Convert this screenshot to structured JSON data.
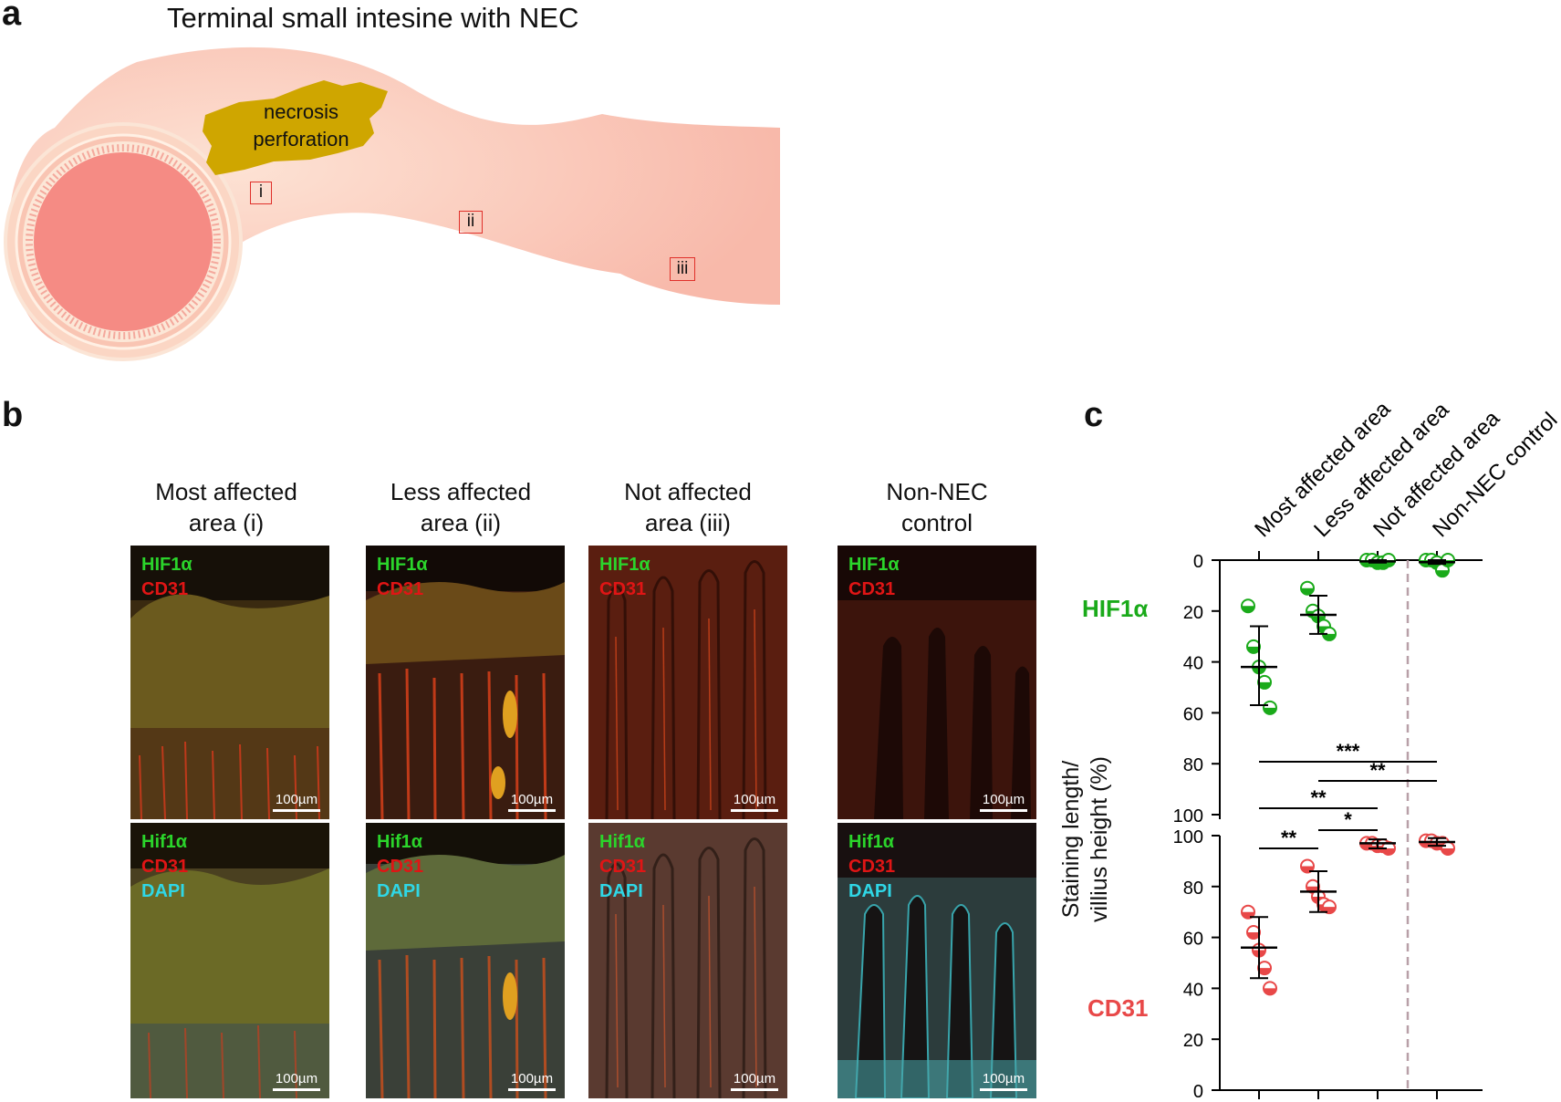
{
  "panel_a": {
    "letter": "a",
    "title": "Terminal small intesine with NEC",
    "necrosis_label_line1": "necrosis",
    "necrosis_label_line2": "perforation",
    "region_labels": [
      "i",
      "ii",
      "iii"
    ],
    "colors": {
      "intestine": "#f9c3b6",
      "lumen": "#f58b84",
      "necrosis": "#cfa600",
      "box": "#e0302a"
    }
  },
  "panel_b": {
    "letter": "b",
    "columns": [
      {
        "title_line1": "Most affected",
        "title_line2": "area (i)"
      },
      {
        "title_line1": "Less affected",
        "title_line2": "area (ii)"
      },
      {
        "title_line1": "Not affected",
        "title_line2": "area (iii)"
      },
      {
        "title_line1": "Non-NEC",
        "title_line2": "control"
      }
    ],
    "top_labels": {
      "hif": "HIF1α",
      "cd31": "CD31"
    },
    "bottom_labels": {
      "hif": "Hif1α",
      "cd31": "CD31",
      "dapi": "DAPI"
    },
    "scale_bar": "100µm",
    "colors": {
      "hif": "#2bd52b",
      "cd31": "#e01515",
      "dapi": "#2fd7e6"
    }
  },
  "panel_c": {
    "letter": "c",
    "group_labels": [
      "Most affected area",
      "Less affected area",
      "Not affected area",
      "Non-NEC control"
    ],
    "ylabel_line1": "Staining length/",
    "ylabel_line2": "villius height (%)",
    "hif_label": "HIF1α",
    "cd31_label": "CD31",
    "top_ticks": [
      "0",
      "20",
      "40",
      "60",
      "80",
      "100"
    ],
    "bottom_ticks": [
      "100",
      "80",
      "60",
      "40",
      "20",
      "0"
    ],
    "significance": [
      {
        "text": "***"
      },
      {
        "text": "**"
      },
      {
        "text": "**"
      },
      {
        "text": "*"
      },
      {
        "text": "**"
      }
    ],
    "colors": {
      "hif": "#1aaa1a",
      "cd31": "#e84848",
      "divider": "#b8a0a8"
    }
  },
  "chart_data": [
    {
      "type": "scatter",
      "title": "HIF1α",
      "ylabel": "Staining length/ villius height (%)",
      "ylim": [
        0,
        100
      ],
      "y_inverted": true,
      "categories": [
        "Most affected area",
        "Less affected area",
        "Not affected area",
        "Non-NEC control"
      ],
      "series": [
        {
          "name": "HIF1α",
          "points": [
            [
              18,
              34,
              42,
              48,
              58
            ],
            [
              11,
              20,
              22,
              26,
              29
            ],
            [
              0,
              0,
              1,
              1,
              0
            ],
            [
              0,
              0,
              1,
              4,
              0
            ]
          ]
        }
      ],
      "mean": [
        42,
        21.5,
        0.5,
        0.8
      ],
      "error": [
        [
          26,
          57
        ],
        [
          14,
          29
        ],
        [
          0,
          1
        ],
        [
          0,
          1.5
        ]
      ]
    },
    {
      "type": "scatter",
      "title": "CD31",
      "ylabel": "Staining length/ villius height (%)",
      "ylim": [
        0,
        100
      ],
      "categories": [
        "Most affected area",
        "Less affected area",
        "Not affected area",
        "Non-NEC control"
      ],
      "series": [
        {
          "name": "CD31",
          "points": [
            [
              70,
              62,
              55,
              48,
              40
            ],
            [
              88,
              80,
              76,
              73,
              72
            ],
            [
              97,
              97,
              96,
              96,
              95
            ],
            [
              98,
              98,
              97,
              97,
              95
            ]
          ]
        }
      ],
      "mean": [
        56,
        78,
        97,
        97.5
      ],
      "error": [
        [
          44,
          68
        ],
        [
          70,
          86
        ],
        [
          95,
          98.5
        ],
        [
          96,
          99
        ]
      ]
    }
  ]
}
